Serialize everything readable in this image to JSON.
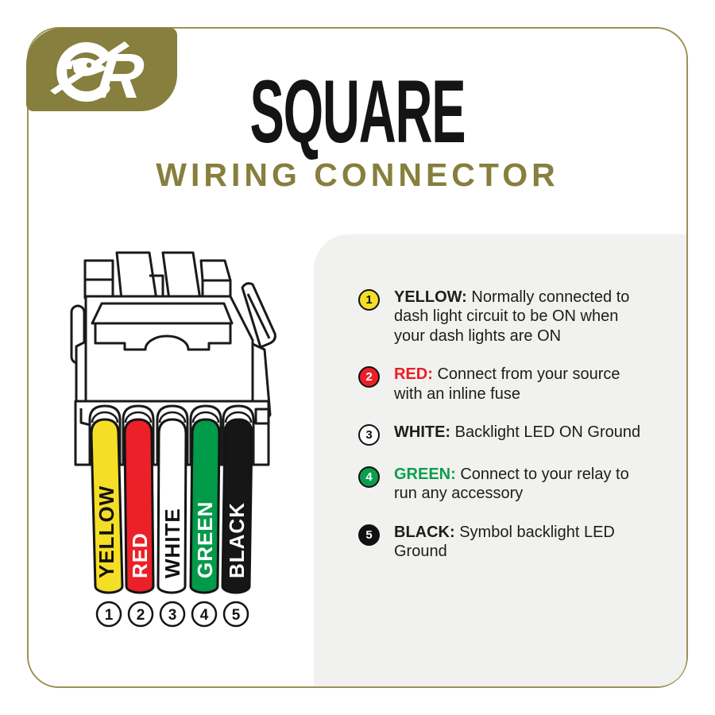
{
  "brand": {
    "logo": "eagle-r-logo"
  },
  "header": {
    "title": "SQUARE",
    "subtitle": "WIRING CONNECTOR"
  },
  "colors": {
    "olive": "#867F3D",
    "border": "#9A9357",
    "panel_bg": "#F1F1EF",
    "ink": "#1D1D1B"
  },
  "connector": {
    "wires": [
      {
        "num": "1",
        "label": "YELLOW",
        "color": "#F5DE26",
        "label_color": "#111111"
      },
      {
        "num": "2",
        "label": "RED",
        "color": "#EC2028",
        "label_color": "#FFFFFF"
      },
      {
        "num": "3",
        "label": "WHITE",
        "color": "#FFFFFF",
        "label_color": "#111111"
      },
      {
        "num": "4",
        "label": "GREEN",
        "color": "#009A49",
        "label_color": "#FFFFFF"
      },
      {
        "num": "5",
        "label": "BLACK",
        "color": "#161616",
        "label_color": "#FFFFFF"
      }
    ]
  },
  "legend": {
    "items": [
      {
        "num": "1",
        "badge_bg": "#F5DE26",
        "badge_fg": "#111111",
        "term": "YELLOW:",
        "term_color": "#1D1D1B",
        "desc": "Normally connected to dash light circuit to be ON when your dash lights are ON"
      },
      {
        "num": "2",
        "badge_bg": "#EC2028",
        "badge_fg": "#FFFFFF",
        "term": "RED:",
        "term_color": "#ED1C24",
        "desc": "Connect from your source with an inline fuse"
      },
      {
        "num": "3",
        "badge_bg": "#FFFFFF",
        "badge_fg": "#111111",
        "term": "WHITE:",
        "term_color": "#1D1D1B",
        "desc": "Backlight LED ON Ground"
      },
      {
        "num": "4",
        "badge_bg": "#0B9E4C",
        "badge_fg": "#FFFFFF",
        "term": "GREEN:",
        "term_color": "#0B9E4C",
        "desc": "Connect to your relay to run any accessory"
      },
      {
        "num": "5",
        "badge_bg": "#111111",
        "badge_fg": "#FFFFFF",
        "term": "BLACK:",
        "term_color": "#1D1D1B",
        "desc": "Symbol backlight LED Ground"
      }
    ]
  }
}
